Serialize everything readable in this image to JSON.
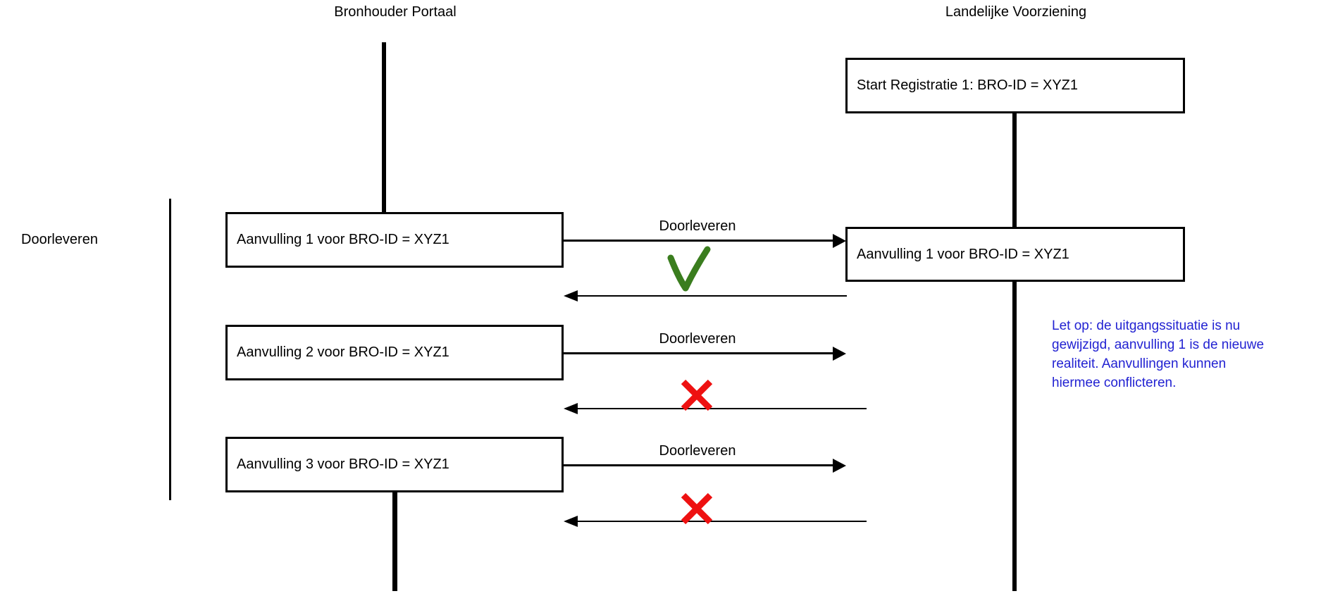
{
  "diagram": {
    "actors": [
      {
        "label": "Bronhouder Portaal"
      },
      {
        "label": "Landelijke Voorziening"
      }
    ],
    "group_label": "Doorleveren",
    "start_box": {
      "label": "Start Registratie 1: BRO-ID = XYZ1"
    },
    "lv_box": {
      "label": "Aanvulling 1 voor BRO-ID = XYZ1"
    },
    "left_boxes": [
      {
        "label": "Aanvulling 1 voor BRO-ID = XYZ1"
      },
      {
        "label": "Aanvulling 2 voor BRO-ID = XYZ1"
      },
      {
        "label": "Aanvulling 3 voor BRO-ID = XYZ1"
      }
    ],
    "messages": [
      {
        "label": "Doorleveren",
        "result": "success",
        "result_icon": "check-icon"
      },
      {
        "label": "Doorleveren",
        "result": "failure",
        "result_icon": "cross-icon"
      },
      {
        "label": "Doorleveren",
        "result": "failure",
        "result_icon": "cross-icon"
      }
    ],
    "note": {
      "lines": [
        "Let op: de uitgangssituatie is nu",
        "gewijzigd, aanvulling 1 is de nieuwe",
        "realiteit. Aanvullingen kunnen",
        "hiermee conflicteren."
      ]
    },
    "colors": {
      "line": "#000000",
      "success": "#3a7d1e",
      "failure": "#ee1111",
      "note_text": "#2222d2"
    }
  }
}
